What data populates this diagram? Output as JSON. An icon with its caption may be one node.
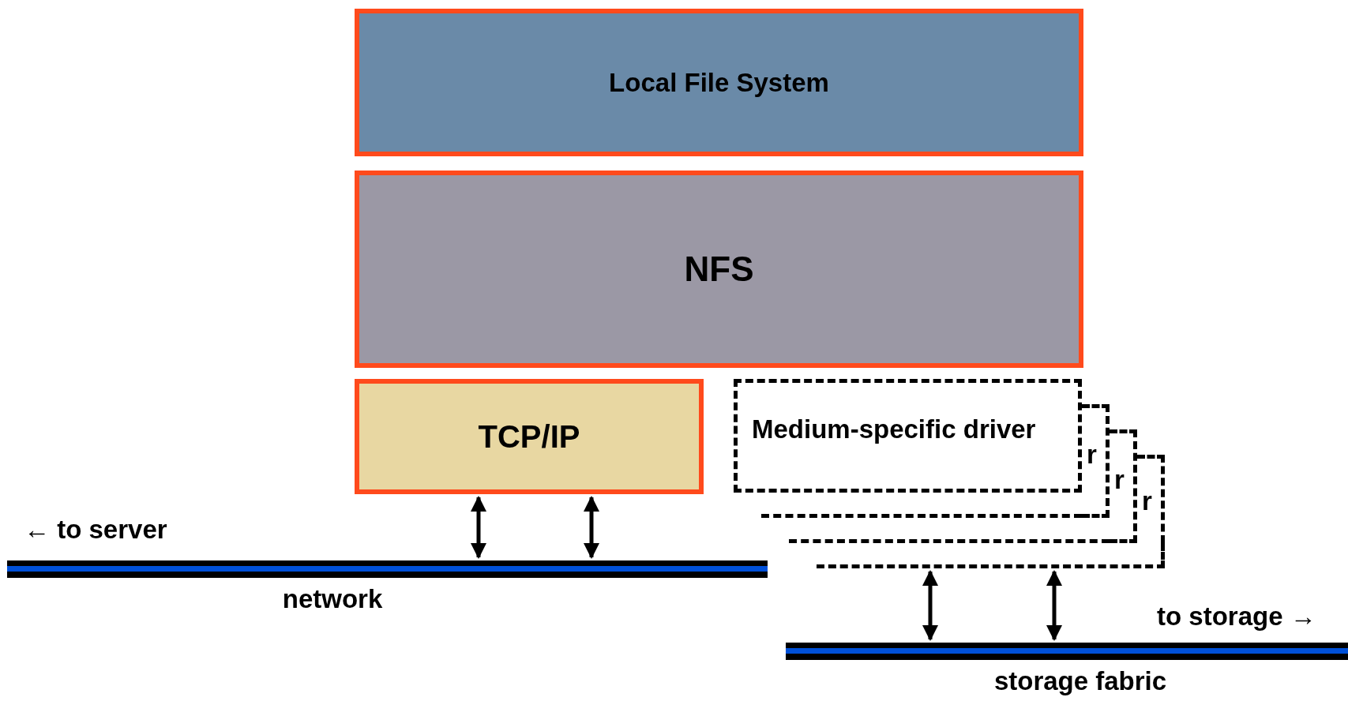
{
  "diagram": {
    "nodes": [
      {
        "text": [
          "Local File System"
        ]
      },
      {
        "text": [
          "NFS"
        ]
      },
      {
        "text": [
          "TCP/IP"
        ]
      },
      {
        "text": [
          "Medium-specific driver"
        ]
      },
      {
        "text": [
          "r"
        ]
      },
      {
        "text": [
          "r"
        ]
      },
      {
        "text": [
          "r"
        ]
      },
      {
        "text": [
          "network"
        ]
      },
      {
        "text": [
          "storage fabric"
        ]
      }
    ],
    "edges": [
      {
        "from": 2,
        "to": 7,
        "arrow": "both"
      },
      {
        "from": 2,
        "to": 7,
        "arrow": "both"
      },
      {
        "from": 6,
        "to": 8,
        "arrow": "both"
      },
      {
        "from": 6,
        "to": 8,
        "arrow": "both"
      }
    ],
    "labels": [
      "← to server",
      "to storage →"
    ]
  }
}
